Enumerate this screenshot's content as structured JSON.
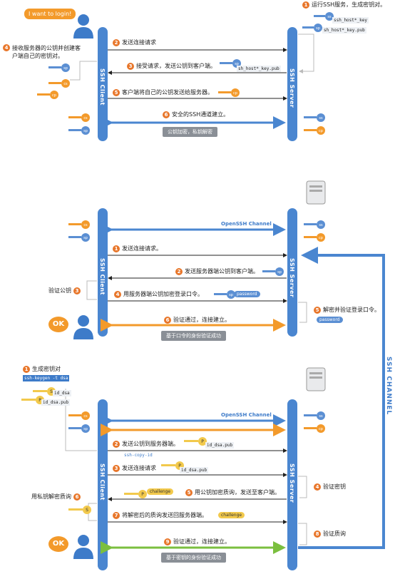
{
  "lanes": {
    "client": "SSH Client",
    "server": "SSH Server"
  },
  "section1": {
    "bubble": "I want to login!",
    "server_note": "运行SSH服务，生成密钥对。",
    "key_file1": "ssh_host*_key",
    "key_file2": "sh_host*_key.pub",
    "client_note": "接收服务器的公钥并创建客户端自己的密钥对。",
    "step1": "发送连接请求",
    "step3": "接受请求，发送公钥到客户端。",
    "step3_file": "sh_host*_key.pub",
    "step5": "客户端将自己的公钥发送给服务器。",
    "step6": "安全的SSH通道建立。",
    "pill": "公钥加密，私钥解密",
    "n1": "1",
    "n2": "2",
    "n3": "3",
    "n4": "4",
    "n5": "5",
    "n6": "6"
  },
  "section2": {
    "channel": "OpenSSH Channel",
    "step1": "发送连接请求。",
    "step2": "发送服务器端公钥到客户端。",
    "verify_pub": "验证公钥",
    "step4": "用服务器端公钥加密登录口令。",
    "password": "password",
    "step5": "解密并验证登录口令。",
    "password2": "password",
    "step6": "验证通过，连接建立。",
    "pill": "基于口令的身份验证成功",
    "ok": "OK",
    "n1": "1",
    "n2": "2",
    "n3": "3",
    "n4": "4",
    "n5": "5",
    "n6": "6"
  },
  "section3": {
    "gen": "生成密钥对",
    "cmd": "ssh-keygen -t dsa",
    "id_dsa": "id_dsa",
    "id_dsa_pub": "id_dsa.pub",
    "channel": "OpenSSH Channel",
    "step2": "发送公钥到服务器端。",
    "step2_file": "id_dsa.pub",
    "copy_id": "ssh-copy-id",
    "step3": "发送连接请求",
    "step3_file": "id_dsa.pub",
    "verify_key": "验证密钥",
    "step5": "用公钥加密质询，发送至客户端。",
    "challenge": "challenge",
    "decrypt": "用私钥解密质询",
    "step7": "将解密后的质询发送回服务器端。",
    "challenge2": "challenge",
    "verify_challenge": "验证质询",
    "step9": "验证通过，连接建立。",
    "pill": "基于密钥的身份验证成功",
    "ok": "OK",
    "n1": "1",
    "n2": "2",
    "n3": "3",
    "n4": "4",
    "n5": "5",
    "n6": "6",
    "n7": "7",
    "n8": "8",
    "n9": "9"
  },
  "side_label": "SSH CHANNEL",
  "icons": {
    "sp": "sp",
    "cp": "cp",
    "cs": "cs",
    "ss": "ss",
    "s": "S",
    "p": "P"
  },
  "colors": {
    "lane": "#3d7bc9",
    "orange": "#e8762a",
    "green": "#7bbf3f",
    "blue_arrow": "#5b8fd3",
    "yellow_key": "#f2c94c"
  }
}
